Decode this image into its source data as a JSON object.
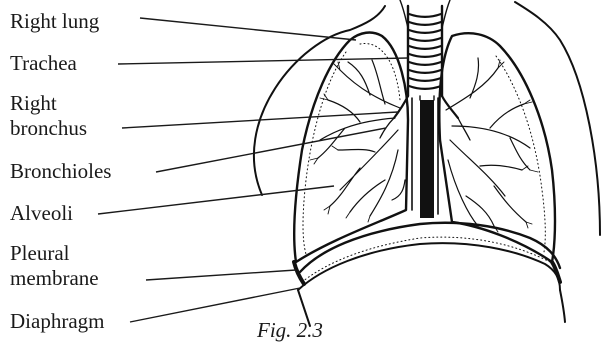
{
  "figure": {
    "caption": "Fig.  2.3"
  },
  "labels": {
    "right_lung": "Right lung",
    "trachea": "Trachea",
    "right_bronchus_line1": "Right",
    "right_bronchus_line2": "bronchus",
    "bronchioles": "Bronchioles",
    "alveoli": "Alveoli",
    "pleural_line1": "Pleural",
    "pleural_line2": "membrane",
    "diaphragm": "Diaphragm"
  }
}
